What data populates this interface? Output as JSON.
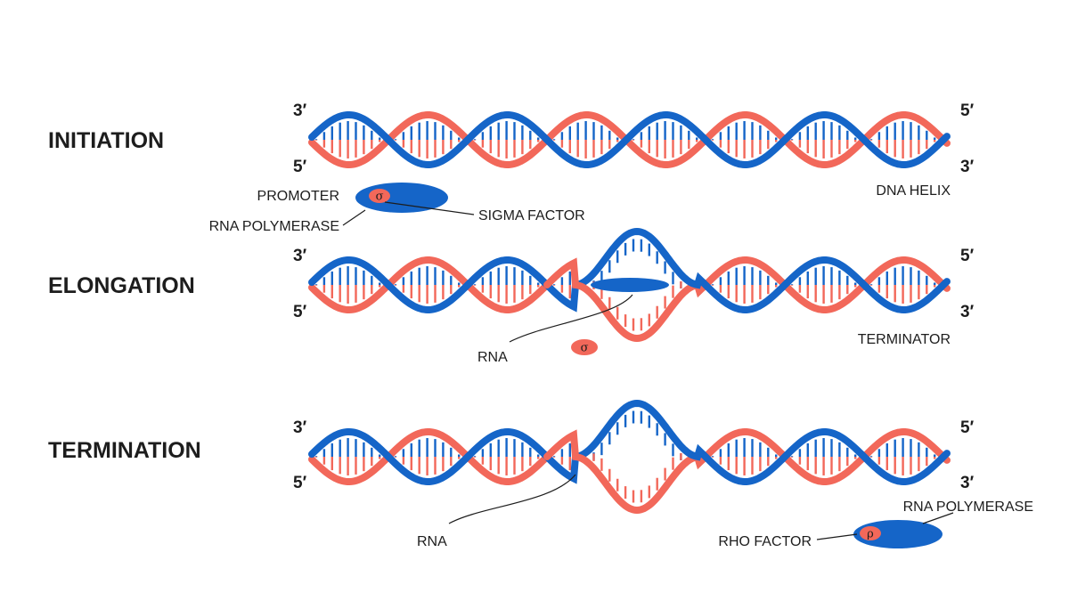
{
  "colors": {
    "strand_a": "#1565c8",
    "strand_b": "#f2685a",
    "rung_a": "#1565c8",
    "rung_b": "#f2685a",
    "enzyme": "#1565c8",
    "factor": "#f2685a"
  },
  "ends": {
    "left_top": "3′",
    "left_bottom": "5′",
    "right_top": "5′",
    "right_bottom": "3′"
  },
  "stages": {
    "initiation": {
      "title": "INITIATION"
    },
    "elongation": {
      "title": "ELONGATION"
    },
    "termination": {
      "title": "TERMINATION"
    }
  },
  "labels": {
    "promoter": "PROMOTER",
    "rna_polymerase_1": "RNA POLYMERASE",
    "sigma_factor": "SIGMA FACTOR",
    "dna_helix": "DNA HELIX",
    "rna_1": "RNA",
    "terminator": "TERMINATOR",
    "rna_2": "RNA",
    "rna_polymerase_2": "RNA POLYMERASE",
    "rho_factor": "RHO FACTOR"
  },
  "glyphs": {
    "sigma": "σ",
    "rho": "ρ"
  }
}
